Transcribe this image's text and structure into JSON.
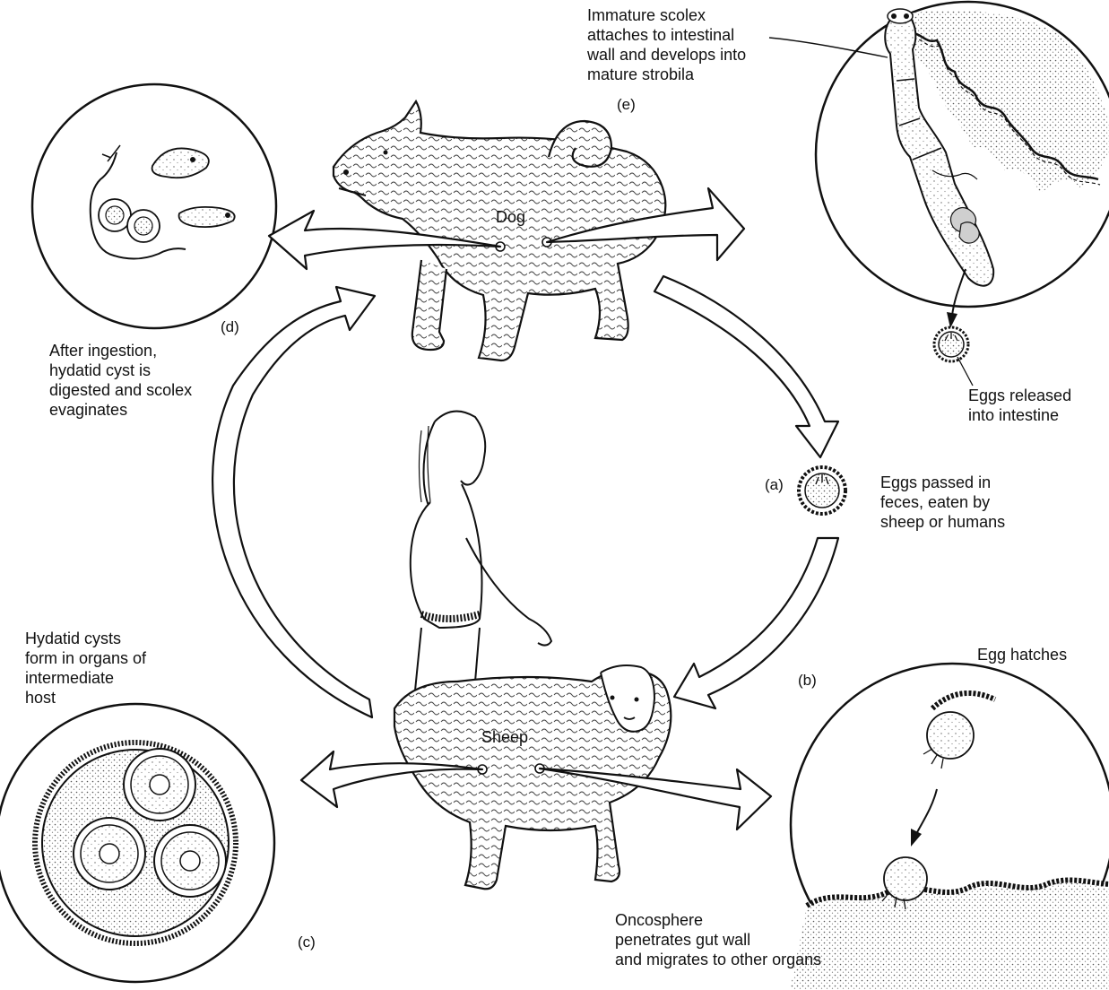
{
  "colors": {
    "ink": "#111111",
    "paper": "#ffffff",
    "stipple": "#d8d8d8"
  },
  "hosts": {
    "dog": "Dog",
    "sheep": "Sheep"
  },
  "stages": {
    "a": {
      "tag": "(a)",
      "text": "Eggs passed in\nfeces, eaten by\nsheep or humans"
    },
    "b": {
      "tag": "(b)",
      "text": "Egg hatches"
    },
    "b2": {
      "text": "Oncosphere\npenetrates gut wall\nand migrates to other organs"
    },
    "c": {
      "tag": "(c)",
      "text": "Hydatid cysts\nform in organs of\nintermediate\nhost"
    },
    "d": {
      "tag": "(d)",
      "text": "After ingestion,\nhydatid cyst is\ndigested and scolex\nevaginates"
    },
    "e": {
      "tag": "(e)",
      "text": "Immature scolex\nattaches to intestinal\nwall and develops into\nmature strobila"
    },
    "e2": {
      "text": "Eggs released\ninto intestine"
    }
  }
}
